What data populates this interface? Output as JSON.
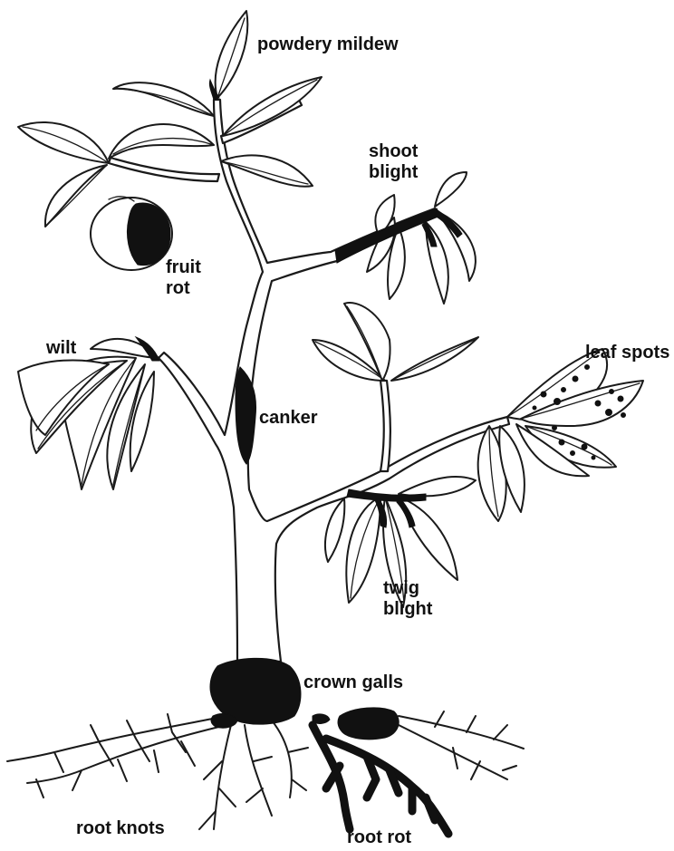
{
  "labels": {
    "powdery_mildew": "powdery mildew",
    "shoot_blight_1": "shoot",
    "shoot_blight_2": "blight",
    "fruit_rot_1": "fruit",
    "fruit_rot_2": "rot",
    "wilt": "wilt",
    "leaf_spots": "leaf spots",
    "canker": "canker",
    "twig_blight_1": "twig",
    "twig_blight_2": "blight",
    "crown_galls": "crown galls",
    "root_knots": "root knots",
    "root_rot": "root rot"
  }
}
